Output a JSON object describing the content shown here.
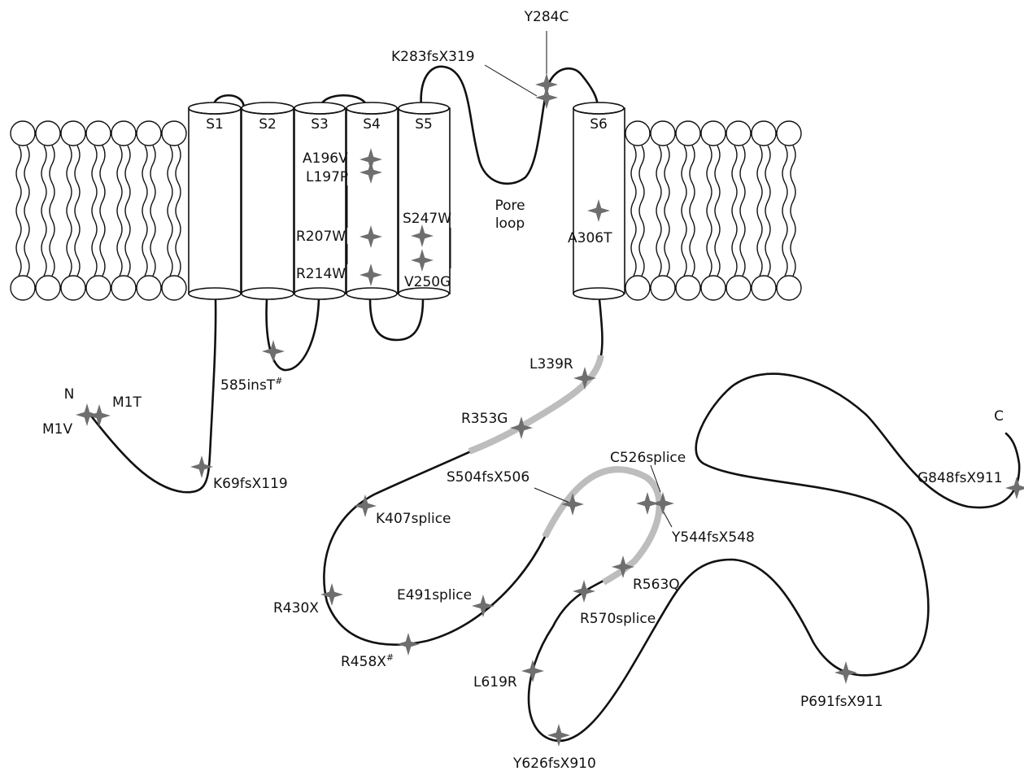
{
  "colors": {
    "line": "#111111",
    "mutation": "#6e6e6e",
    "highlight": "#bdbdbd",
    "background": "#ffffff"
  },
  "icons": {
    "mutation": "four-point-star-icon"
  },
  "terminals": {
    "n": "N",
    "c": "C"
  },
  "helices": {
    "s1": "S1",
    "s2": "S2",
    "s3": "S3",
    "s4": "S4",
    "s5": "S5",
    "s6": "S6"
  },
  "pore_loop": {
    "line1": "Pore",
    "line2": "loop"
  },
  "mutations": {
    "m1t": "M1T",
    "m1v": "M1V",
    "k69fsx119": "K69fsX119",
    "ins585t": "585insT",
    "a196v": "A196V",
    "l197p": "L197P",
    "r207w": "R207W",
    "r214w": "R214W",
    "s247w": "S247W",
    "v250g": "V250G",
    "y284c": "Y284C",
    "k283fsx319": "K283fsX319",
    "a306t": "A306T",
    "l339r": "L339R",
    "r353g": "R353G",
    "s504fsx506": "S504fsX506",
    "c526splice": "C526splice",
    "k407splice": "K407splice",
    "y544fsx548": "Y544fsX548",
    "r430x": "R430X",
    "e491splice": "E491splice",
    "r563q": "R563Q",
    "r570splice": "R570splice",
    "r458x": "R458X",
    "l619r": "L619R",
    "p691fsx911": "P691fsX911",
    "y626fsx910": "Y626fsX910",
    "g848fsx911": "G848fsX911"
  },
  "footnote_mark": "#"
}
